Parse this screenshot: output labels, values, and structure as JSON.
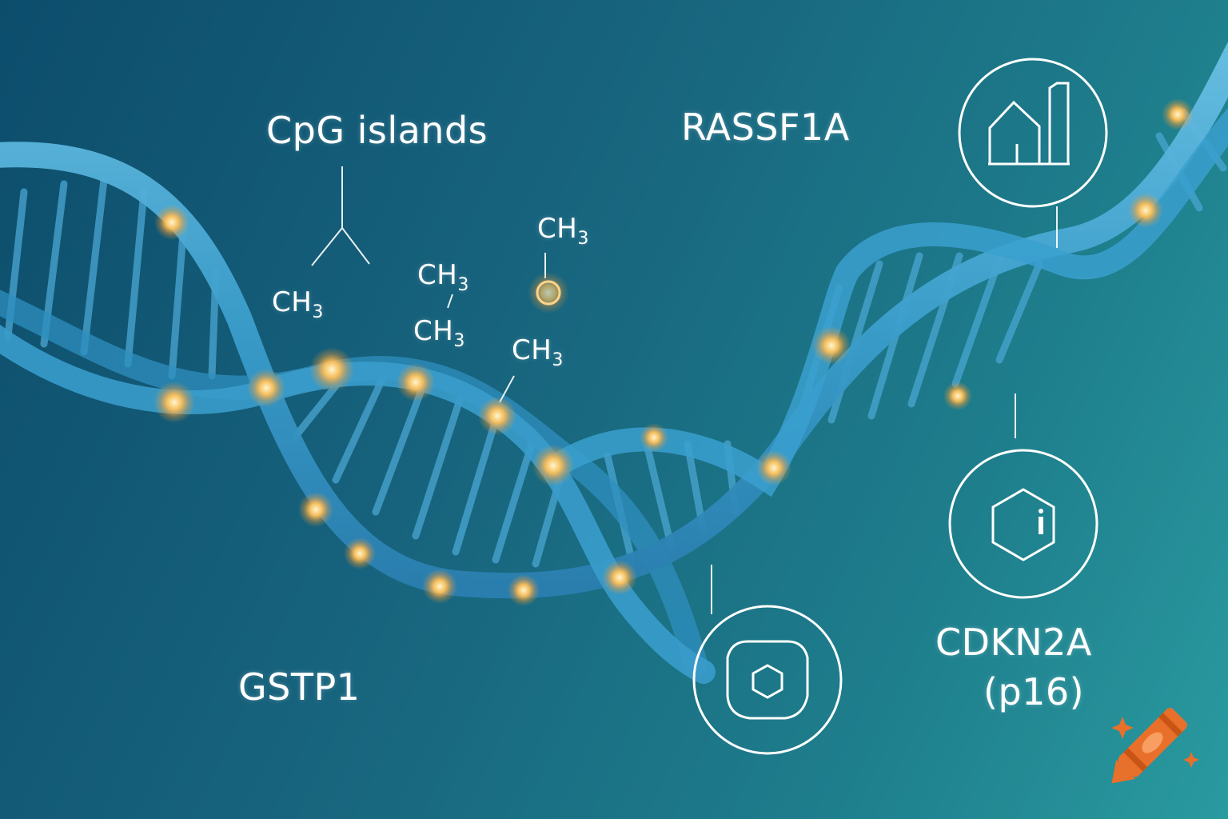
{
  "labels": {
    "cpg_islands": "CpG islands",
    "rassf1a": "RASSF1A",
    "gstp1": "GSTP1",
    "cdkn2a_line1": "CDKN2A",
    "cdkn2a_line2": "(p16)"
  },
  "methyl_groups": [
    {
      "main": "CH",
      "sub": "3"
    },
    {
      "main": "CH",
      "sub": "3"
    },
    {
      "main": "CH",
      "sub": "3"
    },
    {
      "main": "CH",
      "sub": "3"
    },
    {
      "main": "CH",
      "sub": "3"
    }
  ],
  "icons": [
    "bar-chart-icon",
    "hexagon-icon",
    "nut-icon",
    "crayon-logo-icon"
  ],
  "colors": {
    "background_start": "#0c4d6c",
    "background_end": "#2a9aa0",
    "strand": "#3fa3cc",
    "glow": "#ffb347",
    "text": "#ffffff",
    "logo": "#e8702a"
  }
}
